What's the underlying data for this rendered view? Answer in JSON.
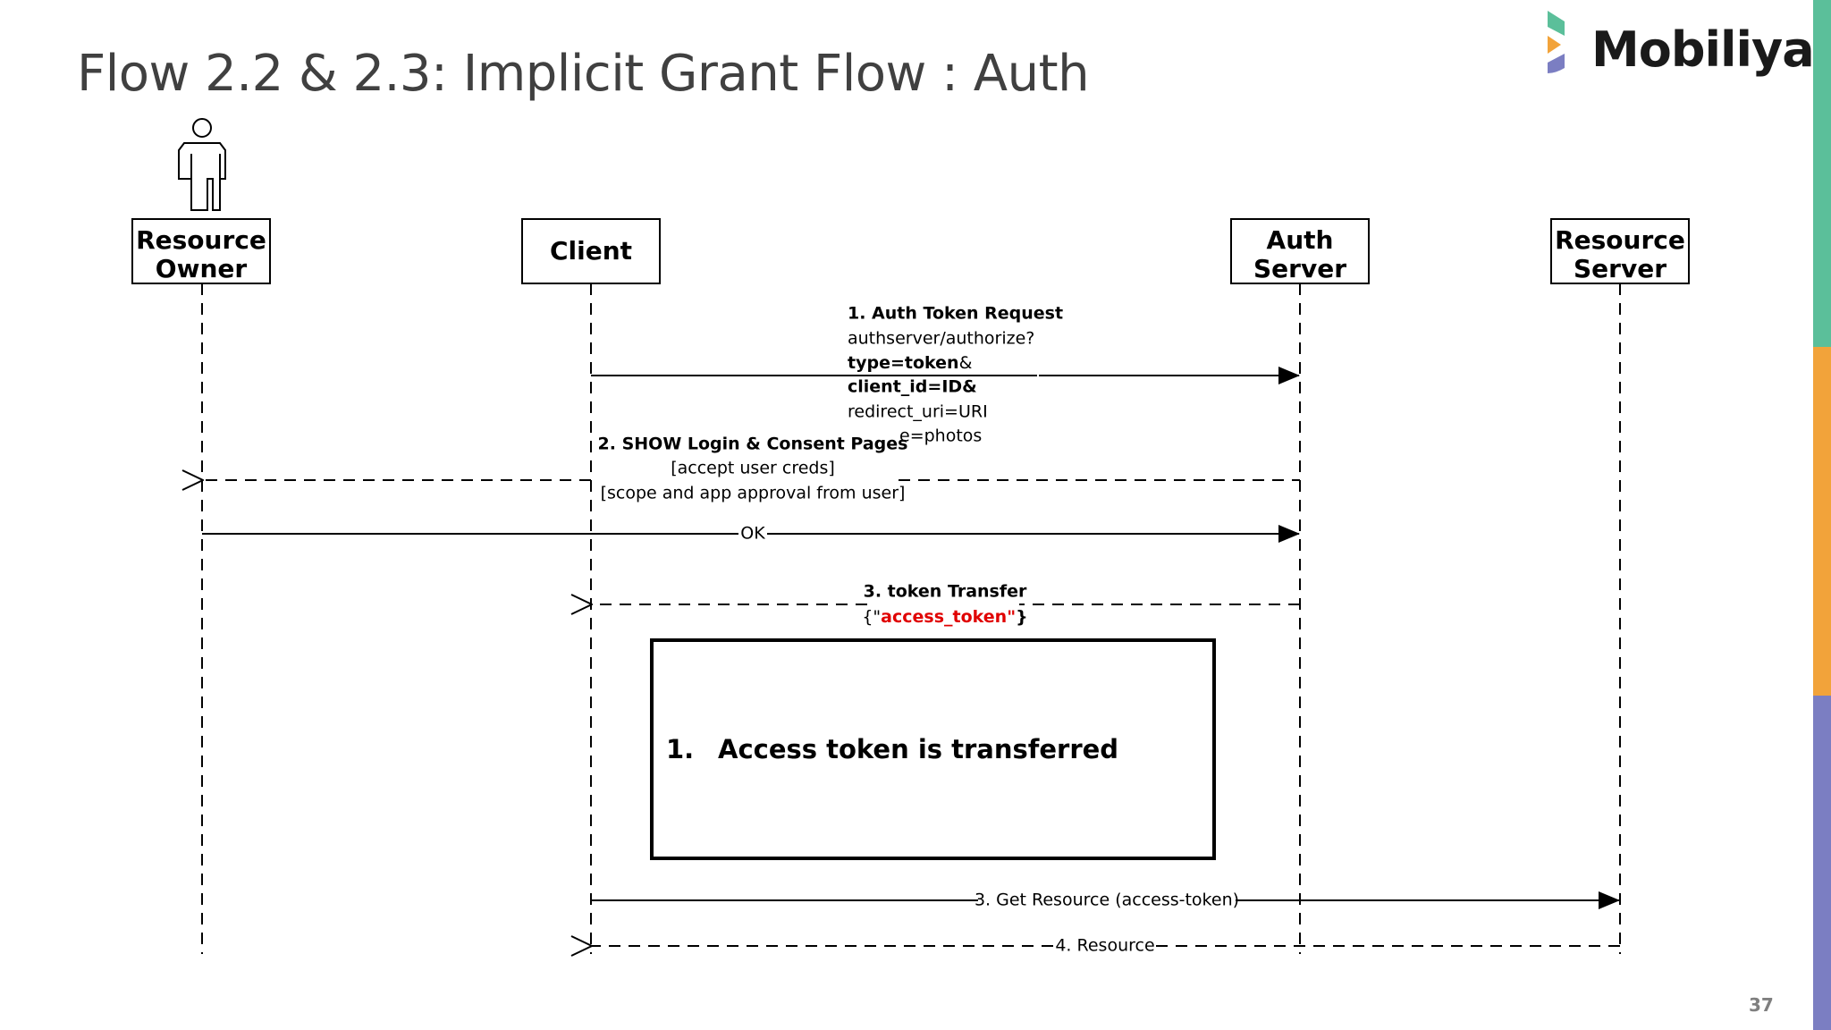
{
  "slide": {
    "title": "Flow 2.2 & 2.3: Implicit Grant Flow : Auth",
    "page_number": "37"
  },
  "logo": {
    "text": "Mobiliya",
    "colors": {
      "green": "#5bbf9a",
      "orange": "#f2a33a",
      "purple": "#7b7ec2"
    }
  },
  "side_bar_colors": [
    "#5bbf9a",
    "#f2a33a",
    "#7b7ec2"
  ],
  "actors": {
    "resource_owner": {
      "line1": "Resource",
      "line2": "Owner"
    },
    "client": {
      "label": "Client"
    },
    "auth_server": {
      "line1": "Auth",
      "line2": "Server"
    },
    "resource_server": {
      "line1": "Resource",
      "line2": "Server"
    }
  },
  "messages": {
    "auth_token_request": {
      "title": "1. Auth Token Request",
      "line2": "authserver/authorize?",
      "line3_bold": "type=token",
      "line3_rest": "&",
      "line4": "client_id=ID&",
      "line5": "redirect_uri=URI",
      "line6": "e=photos"
    },
    "show_login": {
      "title": "2. SHOW Login & Consent Pages",
      "line2": "[accept user creds]",
      "line3": "[scope and app approval from user]"
    },
    "ok": {
      "label": "OK"
    },
    "token_transfer": {
      "title": "3. token Transfer",
      "open": "{\"",
      "token": "access_token\"",
      "close": "}",
      "token_color": "#e00000"
    },
    "get_resource": {
      "label": "3. Get Resource (access-token)"
    },
    "resource": {
      "label": "4. Resource"
    }
  },
  "note": {
    "number": "1.",
    "text": "Access token is transferred"
  }
}
